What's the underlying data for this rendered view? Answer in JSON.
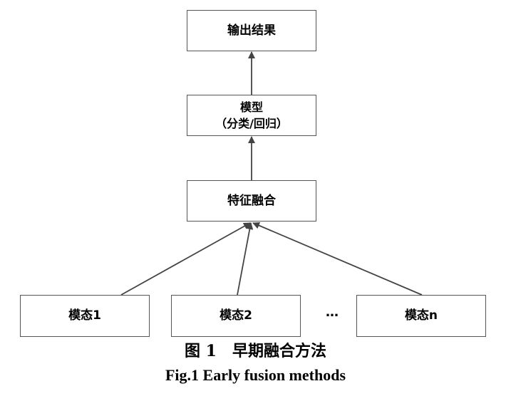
{
  "boxes": {
    "output": "输出结果",
    "model_line1": "模型",
    "model_line2": "（分类/回归）",
    "fusion": "特征融合",
    "modality_1": "模态1",
    "modality_2": "模态2",
    "modality_n": "模态n"
  },
  "ellipsis": "…",
  "caption": {
    "cn": "图 1　早期融合方法",
    "en": "Fig.1 Early fusion methods"
  },
  "colors": {
    "border": "#555555",
    "arrow": "#444444"
  }
}
